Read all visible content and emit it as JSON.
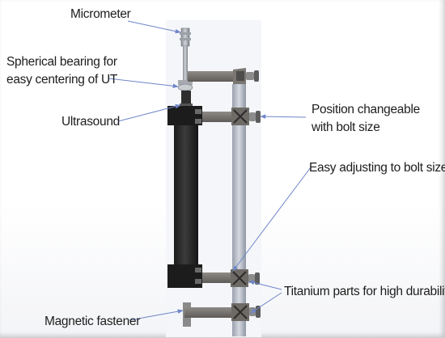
{
  "labels": {
    "micrometer": "Micrometer",
    "spherical_bearing_line1": "Spherical bearing for",
    "spherical_bearing_line2": "easy centering of UT",
    "ultrasound": "Ultrasound",
    "position_changeable_line1": "Position changeable",
    "position_changeable_line2": "with bolt size",
    "easy_adjusting": "Easy adjusting to bolt size",
    "titanium_parts": "Titanium parts for high durability",
    "magnetic_fastener": "Magnetic fastener"
  },
  "colors": {
    "arrow": "#6f86c7",
    "bolt": "#2b2b2b",
    "rod": "#b9bfcb",
    "bracket": "#7a7673",
    "text": "#1d1d1d"
  }
}
